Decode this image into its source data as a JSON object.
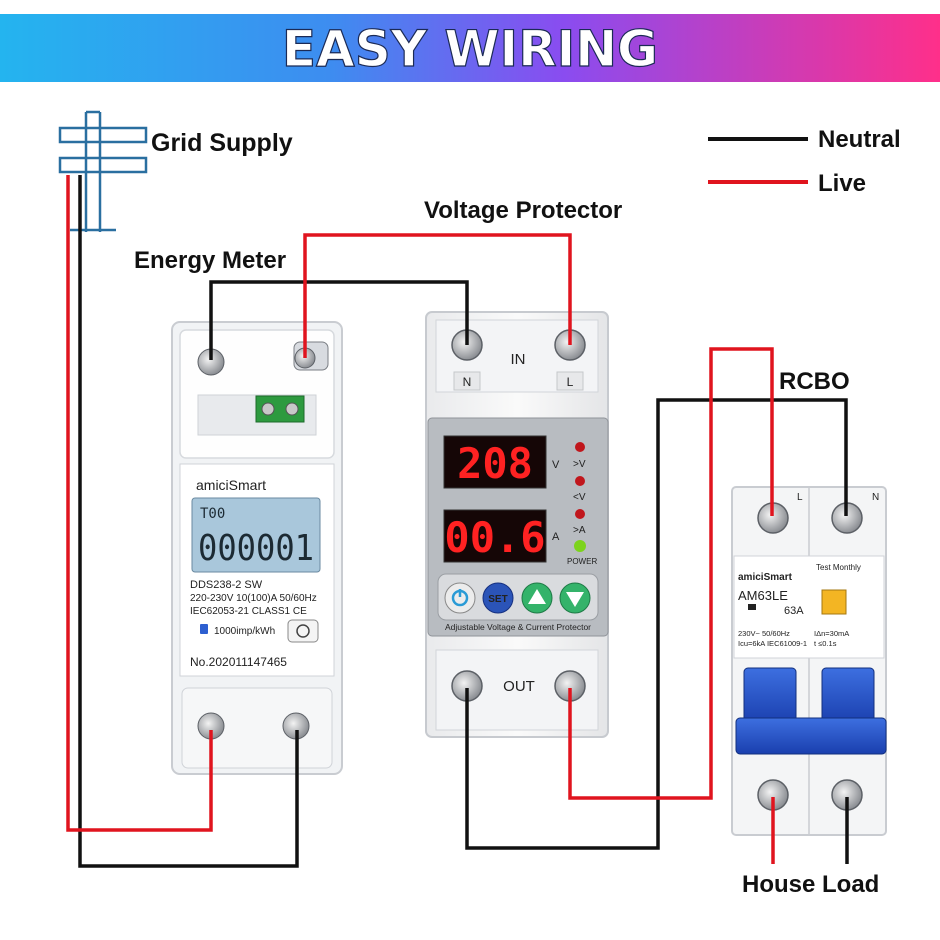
{
  "banner": {
    "title": "EASY WIRING"
  },
  "labels": {
    "grid_supply": "Grid Supply",
    "energy_meter": "Energy Meter",
    "voltage_protector": "Voltage Protector",
    "rcbo": "RCBO",
    "house_load": "House Load"
  },
  "legend": {
    "neutral": "Neutral",
    "live": "Live"
  },
  "colors": {
    "neutral": "#111111",
    "live": "#e0141e"
  },
  "energy_meter": {
    "brand": "amiciSmart",
    "lcd_top": "T00",
    "lcd_reading": "000001",
    "model": "DDS238-2  SW",
    "rating": "220-230V  10(100)A 50/60Hz",
    "standard": "IEC62053-21   CLASS1  CE",
    "impulse": "1000imp/kWh",
    "serial": "No.202011147465"
  },
  "voltage_protector": {
    "in_label": "IN",
    "out_label": "OUT",
    "terminal_n": "N",
    "terminal_l": "L",
    "voltage_display": "208",
    "current_display": "00.6",
    "unit_v": "V",
    "unit_a": "A",
    "ind_over_v": ">V",
    "ind_under_v": "<V",
    "ind_over_a": ">A",
    "ind_power": "POWER",
    "btn_set": "SET",
    "caption": "Adjustable Voltage & Current Protector"
  },
  "rcbo": {
    "terminal_l": "L",
    "terminal_n": "N",
    "brand": "amiciSmart",
    "model": "AM63LE",
    "current": "63A",
    "test": "Test Monthly",
    "spec1": "230V~     50/60Hz",
    "spec2": "Icu=6kA  IEC61009-1",
    "spec3": "IΔn=30mA",
    "spec4": "t ≤0.1s"
  }
}
